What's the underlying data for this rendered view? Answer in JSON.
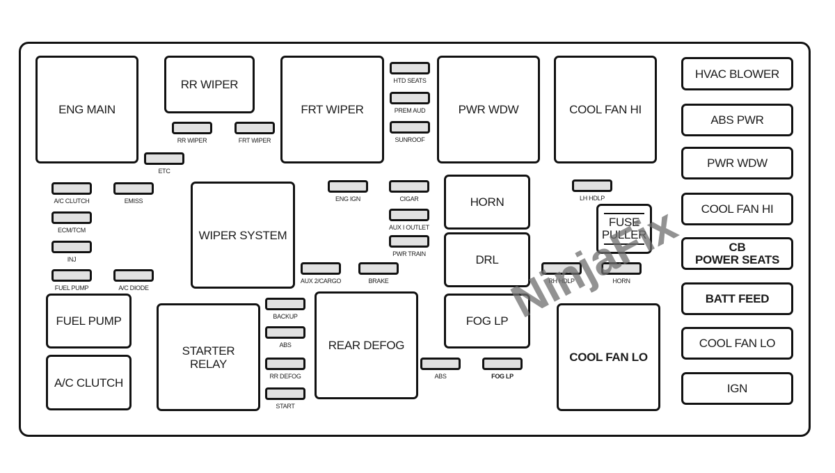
{
  "diagram": {
    "title": "Fuse box layout",
    "relays_and_large": {
      "eng_main": "ENG MAIN",
      "rr_wiper": "RR WIPER",
      "frt_wiper": "FRT WIPER",
      "pwr_wdw": "PWR WDW",
      "cool_fan_hi": "COOL FAN HI",
      "wiper_system": "WIPER SYSTEM",
      "horn": "HORN",
      "drl": "DRL",
      "fog_lp": "FOG LP",
      "fuel_pump": "FUEL PUMP",
      "ac_clutch": "A/C CLUTCH",
      "starter_relay": "STARTER RELAY",
      "rear_defog": "REAR DEFOG",
      "cool_fan_lo": "COOL FAN LO",
      "fuse_puller_line1": "FUSE",
      "fuse_puller_line2": "PULLER"
    },
    "right_column": [
      "HVAC BLOWER",
      "ABS PWR",
      "PWR WDW",
      "COOL FAN HI",
      "CB POWER SEATS",
      "BATT FEED",
      "COOL FAN LO",
      "IGN"
    ],
    "cb_power_seats": {
      "line1": "CB",
      "line2": "POWER SEATS"
    },
    "mini_fuses": {
      "rr_wiper": "RR WIPER",
      "frt_wiper": "FRT WIPER",
      "etc": "ETC",
      "htd_seats": "HTD SEATS",
      "prem_aud": "PREM AUD",
      "sunroof": "SUNROOF",
      "ac_clutch": "A/C CLUTCH",
      "emiss": "EMISS",
      "ecm_tcm": "ECM/TCM",
      "inj": "INJ",
      "fuel_pump": "FUEL PUMP",
      "ac_diode": "A/C DIODE",
      "eng_ign": "ENG IGN",
      "cigar": "CIGAR",
      "aux1_outlet": "AUX I OUTLET",
      "pwr_train": "PWR TRAIN",
      "aux2_cargo": "AUX 2/CARGO",
      "brake": "BRAKE",
      "backup": "BACKUP",
      "abs_left": "ABS",
      "rr_defog": "RR DEFOG",
      "start": "START",
      "abs_mid": "ABS",
      "fog_lp": "FOG LP",
      "lh_hdlp": "LH HDLP",
      "rh_hdlp": "RH HDLP",
      "horn": "HORN"
    },
    "watermark": "NinjaFix"
  }
}
